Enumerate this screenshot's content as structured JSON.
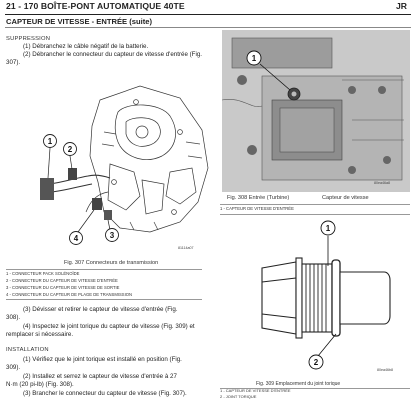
{
  "header": {
    "title": "21 - 170 BOÎTE-PONT AUTOMATIQUE 40TE",
    "right": "JR",
    "subtitle": "CAPTEUR DE VITESSE - ENTRÉE (suite)"
  },
  "left": {
    "suppression_heading": "SUPPRESSION",
    "steps_top": [
      "(1) Débranchez le câble négatif de la batterie.",
      "(2) Débrancher le connecteur du capteur de vitesse d'entrée (Fig.",
      "307)."
    ],
    "fig307": {
      "callouts": [
        "1",
        "2",
        "3",
        "4"
      ],
      "ref_code": "81114a07",
      "caption": "Fig. 307 Connecteurs de transmission",
      "legend": [
        "1 - CONNECTEUR PACK SOLÉNOÏDE",
        "2 - CONNECTEUR DU CAPTEUR DE VITESSE D'ENTRÉE",
        "3 - CONNECTEUR DU CAPTEUR DE VITESSE DE SORTIE",
        "4 - CONNECTEUR DU CAPTEUR DE PLAGE DE TRANSMISSION"
      ]
    },
    "steps_bottom": [
      "(3) Dévisser et retirer le capteur de vitesse d'entrée (Fig.",
      "308).",
      "(4) Inspectez le joint torique du capteur de vitesse (Fig. 309) et",
      "remplacer si nécessaire."
    ],
    "installation_heading": "INSTALLATION",
    "install_steps": [
      "(1) Vérifiez que le joint torique est installé en position (Fig.",
      "309).",
      "(2) Installez et serrez le capteur de vitesse d'entrée à 27",
      "N·m (20 pi-lb) (Fig. 308).",
      "(3) Brancher le connecteur du capteur de vitesse (Fig. 307)."
    ]
  },
  "right": {
    "fig308": {
      "callout": "1",
      "ref_code": "80ea46a8",
      "caption_left": "Fig. 308 Entrée (Turbine)",
      "caption_right": "Capteur de vitesse",
      "legend": "1 - CAPTEUR DE VITESSE D'ENTRÉE"
    },
    "fig309": {
      "callouts": [
        "1",
        "2"
      ],
      "ref_code": "80ea46b8",
      "caption": "Fig. 309 Emplacement du joint torique",
      "legend": [
        "1 - CAPTEUR DE VITESSE D'ENTRÉE",
        "2 - JOINT TORIQUE"
      ]
    }
  }
}
